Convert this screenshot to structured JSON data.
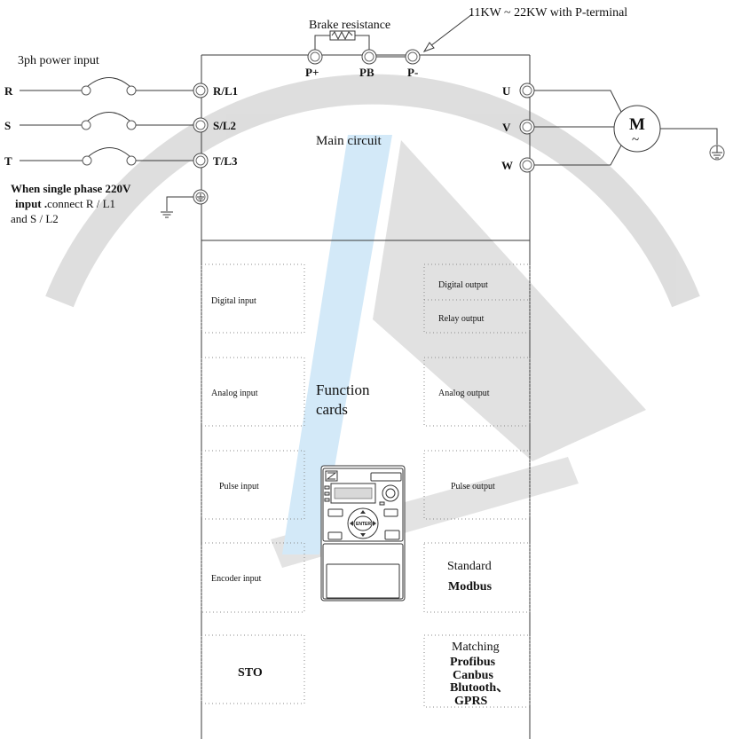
{
  "top": {
    "brake_resistance": "Brake resistance",
    "power_range": "11KW ~ 22KW with P-terminal",
    "terminals": [
      "P+",
      "PB",
      "P-"
    ]
  },
  "power_input": {
    "title": "3ph power input",
    "phases": [
      "R",
      "S",
      "T"
    ],
    "terminals": [
      "R/L1",
      "S/L2",
      "T/L3"
    ]
  },
  "single_phase_note": {
    "line1": "When single phase 220V",
    "line2_bold": "input .",
    "line2": "connect R / L1",
    "line3": "and S / L2"
  },
  "outputs": {
    "phases": [
      "U",
      "V",
      "W"
    ],
    "motor": "M",
    "motor_symbol": "~"
  },
  "main_circuit": "Main circuit",
  "function_cards": {
    "line1": "Function",
    "line2": "cards"
  },
  "left_cards": [
    {
      "label": "Digital input"
    },
    {
      "label": "Analog input"
    },
    {
      "label": "Pulse input"
    },
    {
      "label": "Encoder input"
    },
    {
      "label": "STO"
    }
  ],
  "right_cards": [
    {
      "lines": [
        "Digital output",
        "Relay output"
      ]
    },
    {
      "lines": [
        "Analog output"
      ]
    },
    {
      "lines": [
        "Pulse output"
      ]
    },
    {
      "lines": [
        "Standard",
        "Modbus"
      ]
    },
    {
      "lines": [
        "Matching",
        "Profibus",
        "Canbus",
        "Blutooth、",
        "GPRS"
      ]
    }
  ],
  "keypad": {
    "enter_label": "ENTER"
  },
  "colors": {
    "line": "#3a3a3a",
    "watermark_blue": "#a8d4f2",
    "watermark_gray": "#bdbdbd"
  }
}
